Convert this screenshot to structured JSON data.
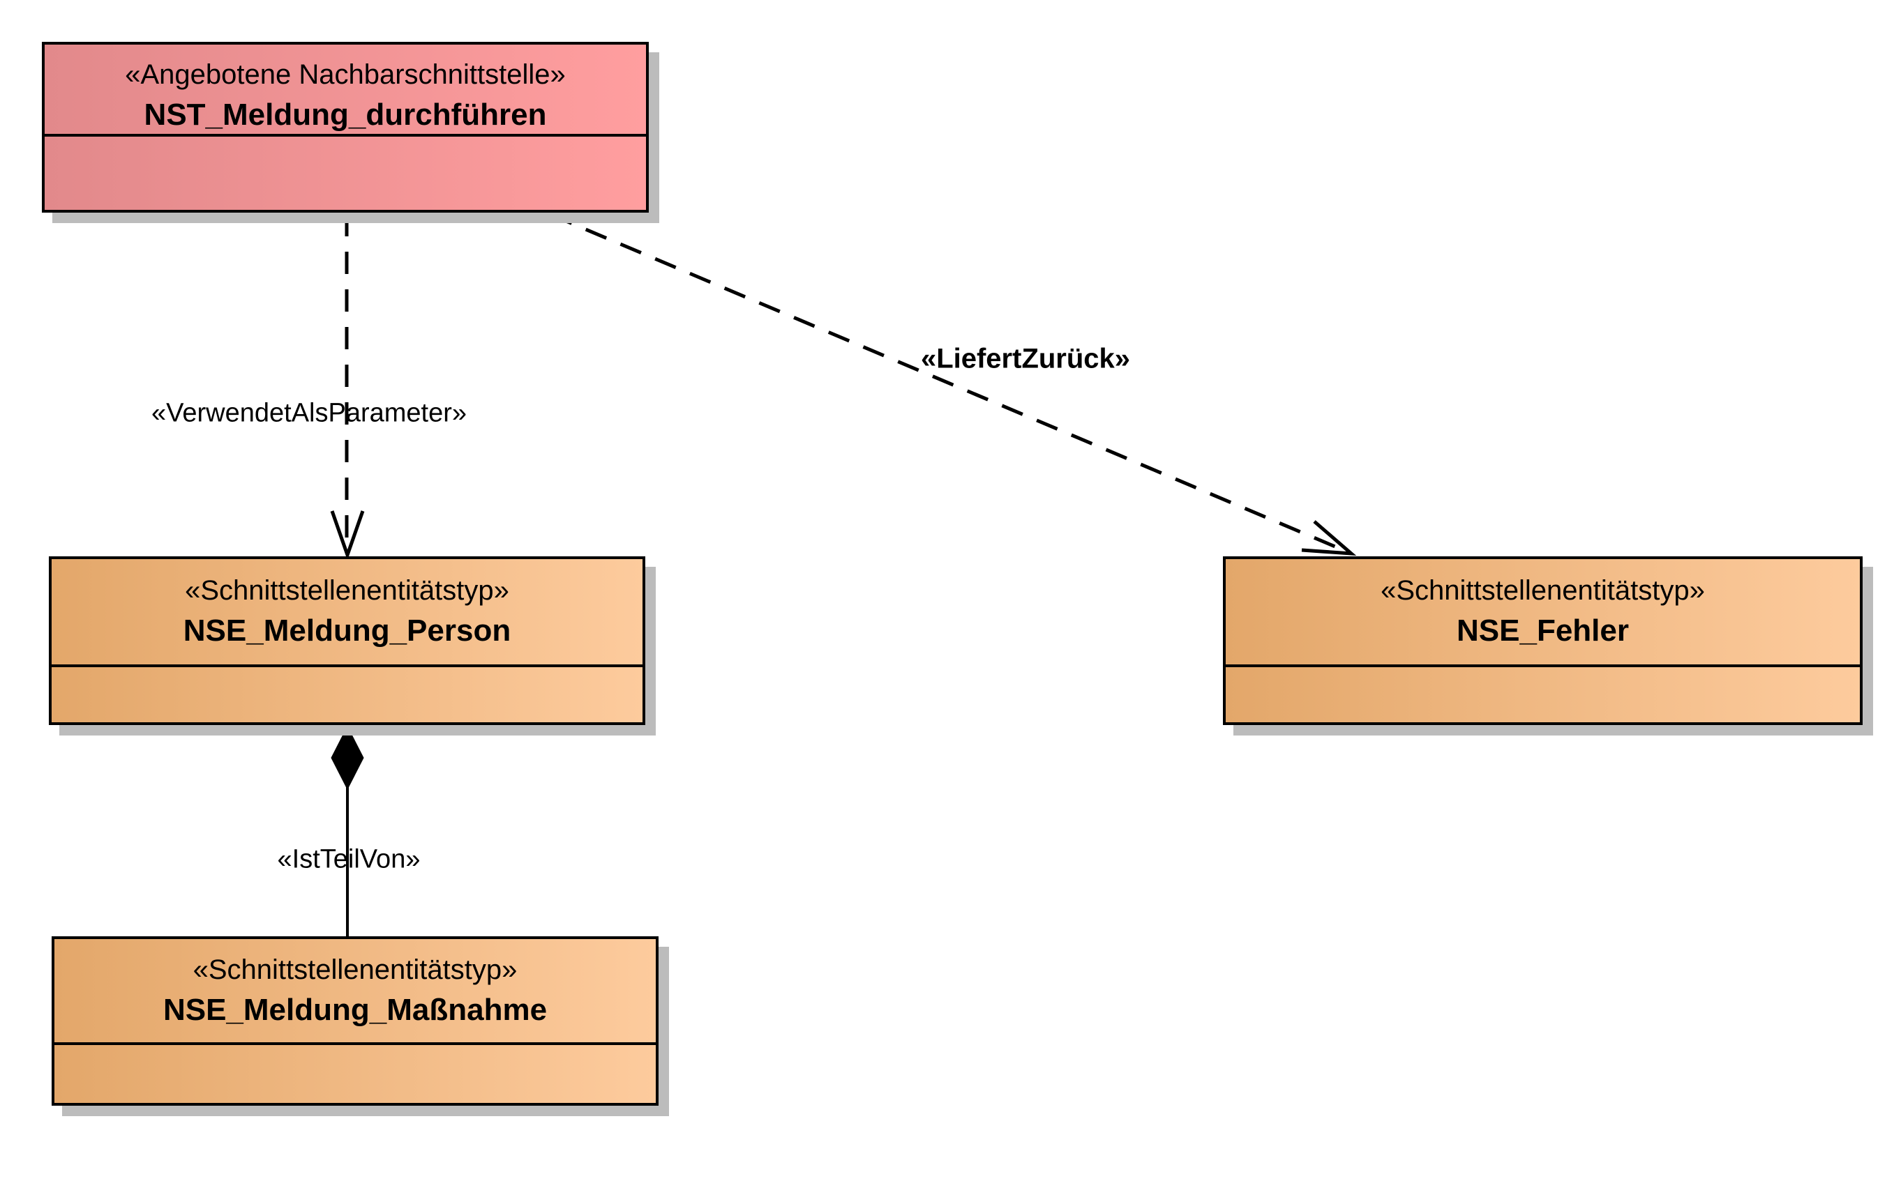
{
  "diagram": {
    "type": "uml-class-diagram",
    "background_color": "#ffffff",
    "shadow_color": "#bcbcbc",
    "border_color": "#000000",
    "nodes": {
      "nst": {
        "stereotype": "«Angebotene Nachbarschnittstelle»",
        "name": "NST_Meldung_durchführen",
        "fill_from": "#e2898b",
        "fill_to": "#ff9e9f"
      },
      "person": {
        "stereotype": "«Schnittstellenentitätstyp»",
        "name": "NSE_Meldung_Person",
        "fill_from": "#e3a76a",
        "fill_to": "#fdcb9d"
      },
      "fehler": {
        "stereotype": "«Schnittstellenentitätstyp»",
        "name": "NSE_Fehler",
        "fill_from": "#e3a76a",
        "fill_to": "#fdcb9d"
      },
      "massnahme": {
        "stereotype": "«Schnittstellenentitätstyp»",
        "name": "NSE_Meldung_Maßnahme",
        "fill_from": "#e3a76a",
        "fill_to": "#fdcb9d"
      }
    },
    "edges": {
      "verwendet": {
        "label": "«VerwendetAlsParameter»",
        "from": "NST_Meldung_durchführen",
        "to": "NSE_Meldung_Person",
        "line_style": "dashed",
        "end_marker": "open-arrow"
      },
      "liefert": {
        "label": "«LiefertZurück»",
        "from": "NST_Meldung_durchführen",
        "to": "NSE_Fehler",
        "line_style": "dashed",
        "end_marker": "open-arrow"
      },
      "istteilvon": {
        "label": "«IstTeilVon»",
        "from": "NSE_Meldung_Person",
        "to": "NSE_Meldung_Maßnahme",
        "line_style": "solid",
        "end_marker": "filled-diamond"
      }
    }
  }
}
